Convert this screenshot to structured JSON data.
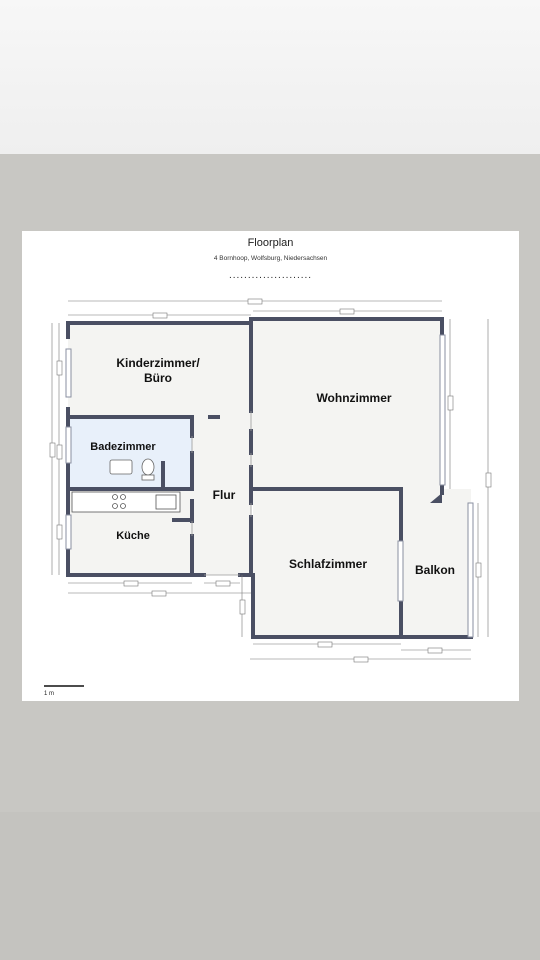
{
  "plan": {
    "title": "Floorplan",
    "address": "4 Bornhoop, Wolfsburg, Niedersachsen",
    "dots": "......................",
    "scale_label": "1 m"
  },
  "rooms": {
    "kinderzimmer": "Kinderzimmer/",
    "kinderzimmer_line2": "Büro",
    "badezimmer": "Badezimmer",
    "kueche": "Küche",
    "flur": "Flur",
    "wohnzimmer": "Wohnzimmer",
    "schlafzimmer": "Schlafzimmer",
    "balkon": "Balkon"
  },
  "colors": {
    "wall": "#4a4f63",
    "room_fill": "#f4f4f2",
    "bath_fill": "#e8f0fa",
    "dimension": "#777777"
  }
}
